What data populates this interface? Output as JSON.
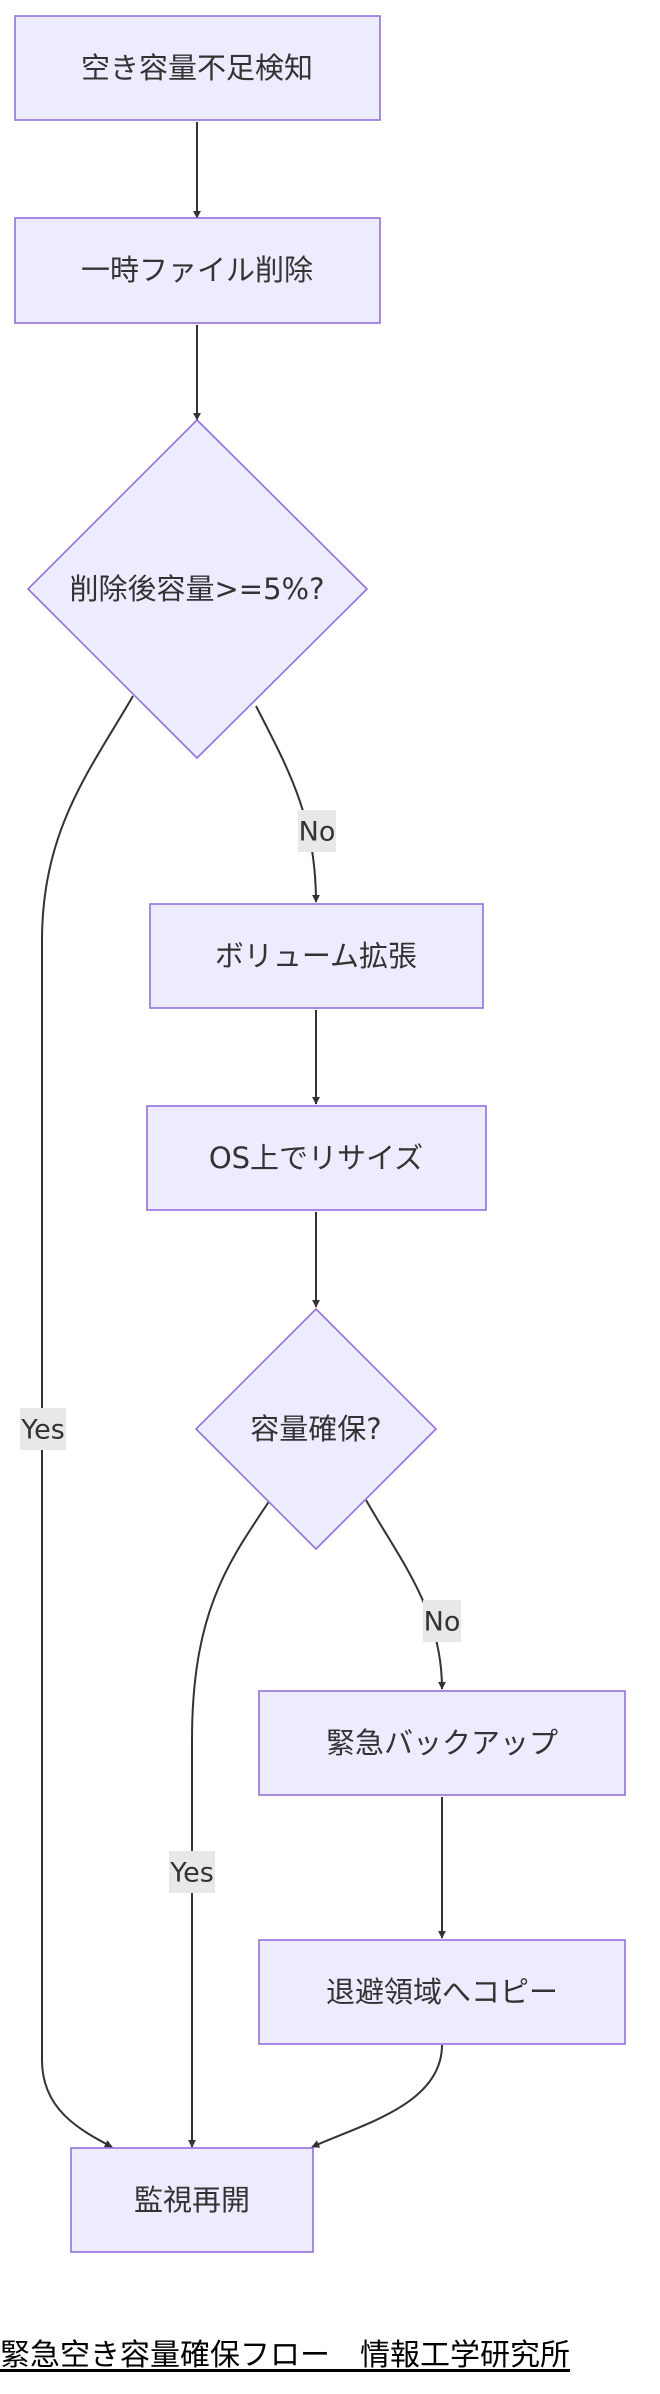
{
  "nodes": {
    "detect": "空き容量不足検知",
    "delete_temp": "一時ファイル削除",
    "check_after_delete": "削除後容量>=5%?",
    "extend_volume": "ボリューム拡張",
    "os_resize": "OS上でリサイズ",
    "check_capacity": "容量確保?",
    "emergency_backup": "緊急バックアップ",
    "copy_to_evac": "退避領域へコピー",
    "resume_monitor": "監視再開"
  },
  "edges": {
    "no1": "No",
    "yes1": "Yes",
    "no2": "No",
    "yes2": "Yes"
  },
  "caption": "緊急空き容量確保フロー　情報工学研究所",
  "colors": {
    "node_fill": "#ececfe",
    "node_stroke": "#9370db",
    "edge": "#333333",
    "label_bg": "#e8e8e8"
  }
}
